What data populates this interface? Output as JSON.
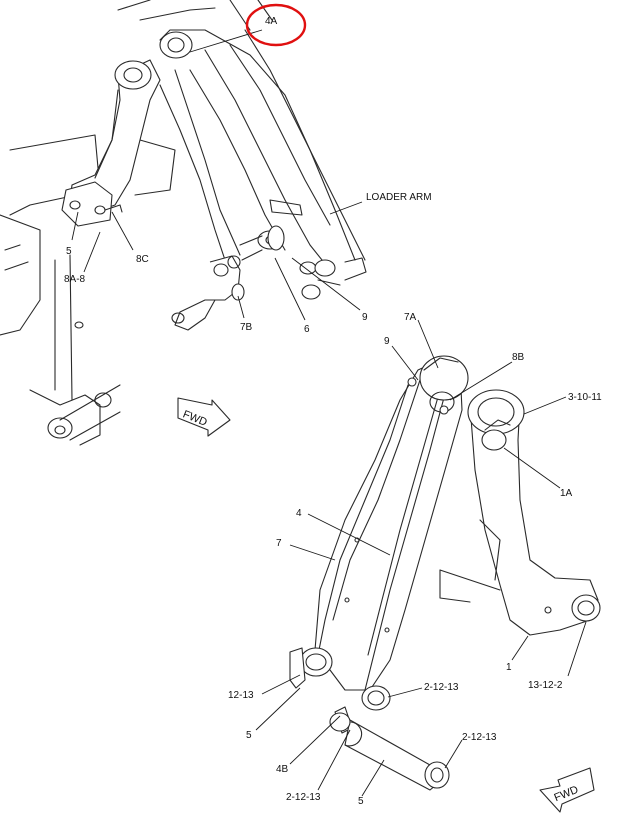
{
  "labels": {
    "l4a": "4A",
    "loader_arm": "LOADER ARM",
    "l5_top": "5",
    "l8c": "8C",
    "l8a8": "8A-8",
    "l7b": "7B",
    "l6": "6",
    "l9_top": "9",
    "l7a": "7A",
    "l9": "9",
    "l8b": "8B",
    "l3_10_11": "3-10-11",
    "l1a": "1A",
    "l4": "4",
    "l7": "7",
    "l1": "1",
    "l13_12_2": "13-12-2",
    "l12_13": "12-13",
    "l2_12_13_a": "2-12-13",
    "l5_mid": "5",
    "l4b": "4B",
    "l2_12_13_b": "2-12-13",
    "l2_12_13_c": "2-12-13",
    "l5_bot": "5"
  },
  "fwd": {
    "top": "FWD",
    "bottom": "FWD"
  },
  "colors": {
    "line": "#2a2a2a",
    "highlight": "#e01010"
  }
}
